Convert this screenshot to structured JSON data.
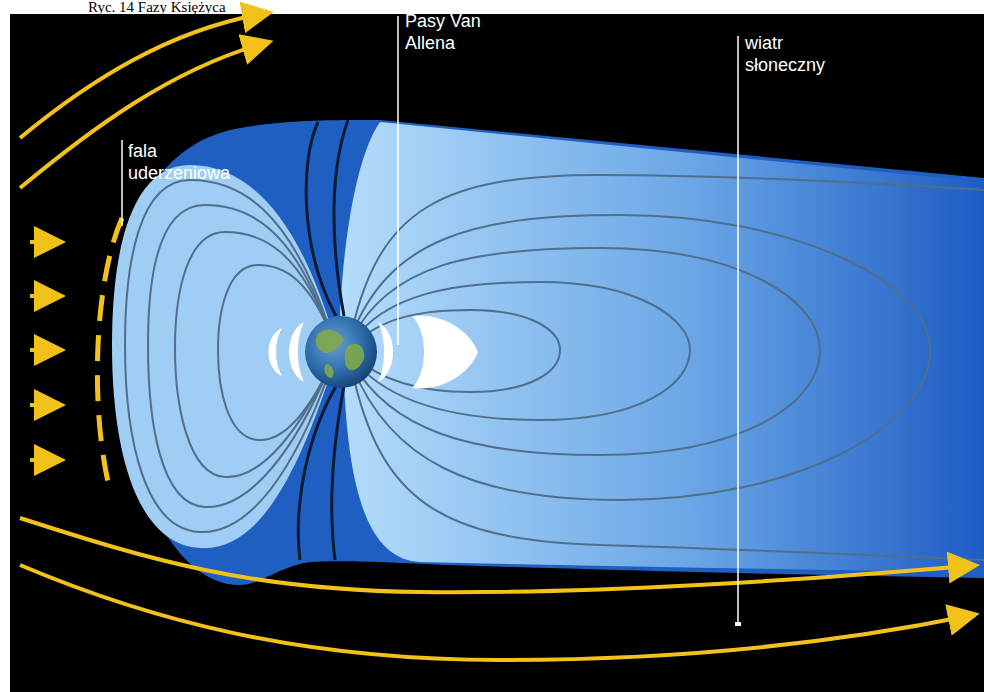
{
  "diagram": {
    "labels": [
      "Ryc. 14 Fazy Księżyca",
      "fala uderzeniowa",
      "Pasy Van Allena",
      "wiatr słoneczny"
    ]
  }
}
